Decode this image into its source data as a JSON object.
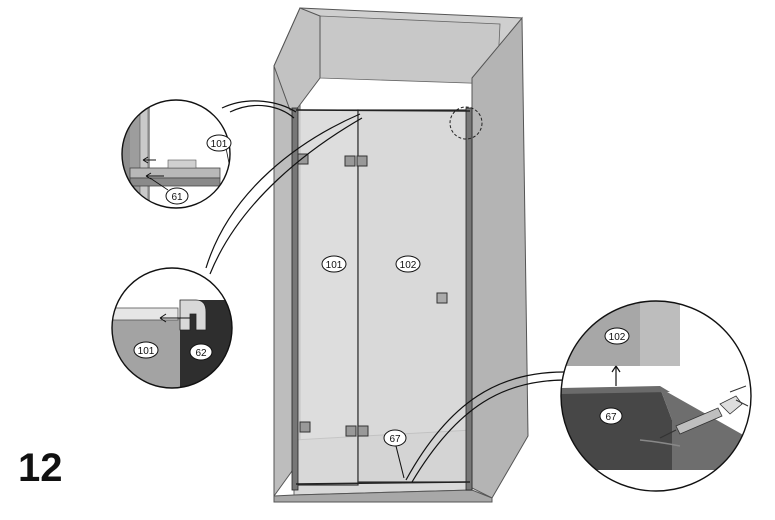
{
  "step": {
    "number": "12"
  },
  "parts": {
    "panel_left": "101",
    "panel_right": "102",
    "profile": "61",
    "gasket": "62",
    "seal": "67"
  },
  "details": [
    {
      "id": "top-hinge-detail",
      "labels": [
        "101",
        "61"
      ]
    },
    {
      "id": "profile-detail",
      "labels": [
        "101",
        "62"
      ]
    },
    {
      "id": "bottom-seal-detail",
      "labels": [
        "102",
        "67"
      ]
    }
  ]
}
